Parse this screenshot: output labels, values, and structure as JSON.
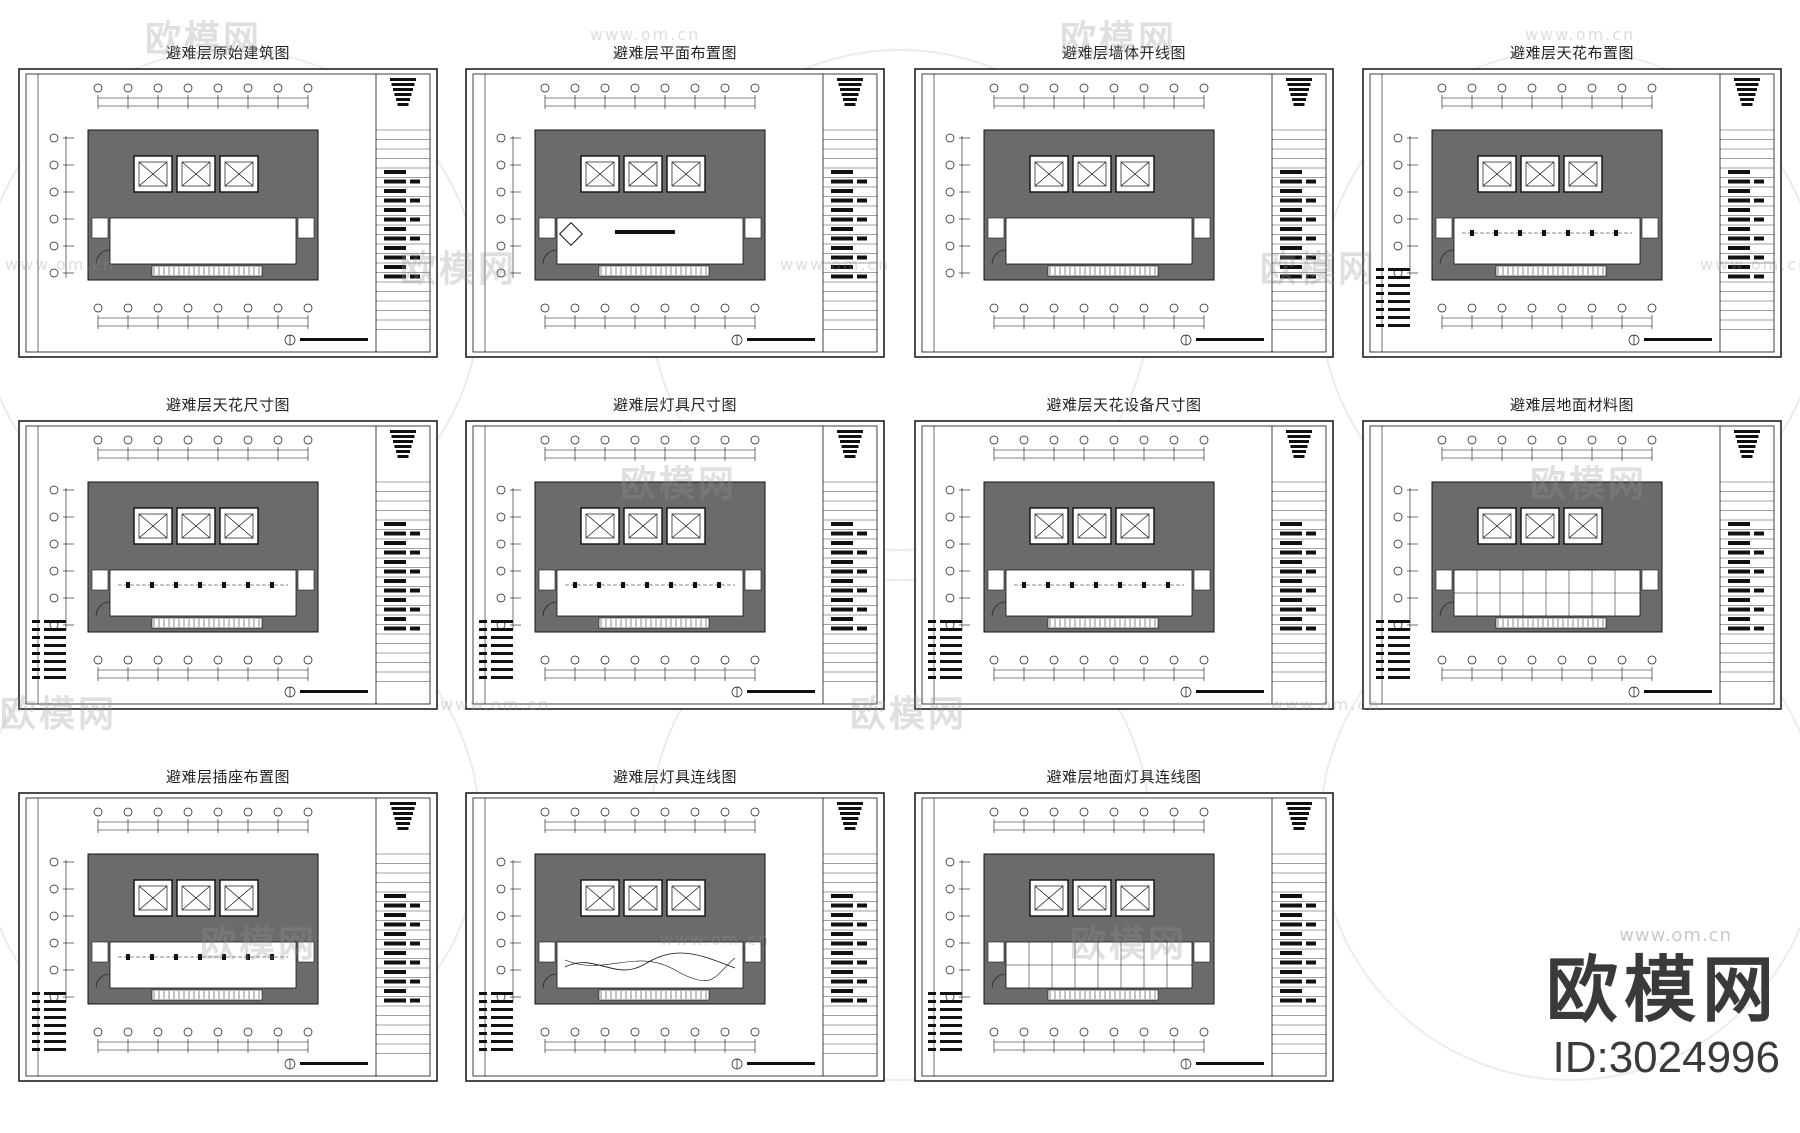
{
  "sheets": [
    {
      "title": "避难层原始建筑图",
      "variant": "original"
    },
    {
      "title": "避难层平面布置图",
      "variant": "layout"
    },
    {
      "title": "避难层墙体开线图",
      "variant": "walls"
    },
    {
      "title": "避难层天花布置图",
      "variant": "ceiling"
    },
    {
      "title": "避难层天花尺寸图",
      "variant": "ceiling-dim"
    },
    {
      "title": "避难层灯具尺寸图",
      "variant": "lights-dim"
    },
    {
      "title": "避难层天花设备尺寸图",
      "variant": "equip-dim"
    },
    {
      "title": "避难层地面材料图",
      "variant": "floor"
    },
    {
      "title": "避难层插座布置图",
      "variant": "sockets"
    },
    {
      "title": "避难层灯具连线图",
      "variant": "light-wiring"
    },
    {
      "title": "避难层地面灯具连线图",
      "variant": "floor-wiring"
    }
  ],
  "brand": {
    "url": "www.om.cn",
    "name": "欧模网",
    "id": "ID:3024996"
  },
  "watermark": {
    "text": "欧模网",
    "url": "www.om.cn"
  },
  "colors": {
    "wall_fill": "#6b6b6b",
    "line": "#111111",
    "paper": "#ffffff"
  }
}
